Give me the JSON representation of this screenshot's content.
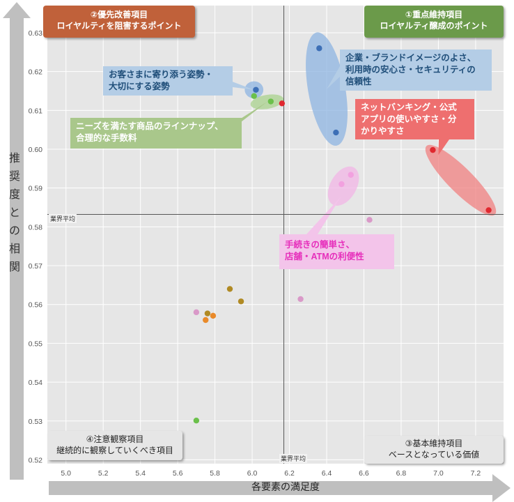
{
  "chart_data": {
    "type": "scatter",
    "xlabel": "各要素の満足度",
    "ylabel": "推奨度との相関",
    "xlim": [
      4.9,
      7.35
    ],
    "ylim": [
      0.519,
      0.637
    ],
    "x_ticks": [
      "5.0",
      "5.2",
      "5.4",
      "5.6",
      "5.8",
      "6.0",
      "6.2",
      "6.4",
      "6.6",
      "6.8",
      "7.0",
      "7.2"
    ],
    "y_ticks": [
      "0.52",
      "0.53",
      "0.54",
      "0.55",
      "0.56",
      "0.57",
      "0.58",
      "0.59",
      "0.60",
      "0.61",
      "0.62",
      "0.63"
    ],
    "grid": true,
    "avg_x": 6.17,
    "avg_y": 0.5832,
    "avg_label": "業界平均",
    "points": [
      {
        "x": 6.02,
        "y": 0.6153,
        "color": "#3d6fb6"
      },
      {
        "x": 6.36,
        "y": 0.626,
        "color": "#3d6fb6"
      },
      {
        "x": 6.45,
        "y": 0.6043,
        "color": "#3d6fb6"
      },
      {
        "x": 6.16,
        "y": 0.6118,
        "color": "#e0282f"
      },
      {
        "x": 6.97,
        "y": 0.5998,
        "color": "#e0282f"
      },
      {
        "x": 7.27,
        "y": 0.5843,
        "color": "#e0282f"
      },
      {
        "x": 6.01,
        "y": 0.6137,
        "color": "#6bc04b"
      },
      {
        "x": 6.1,
        "y": 0.6123,
        "color": "#6bc04b"
      },
      {
        "x": 5.7,
        "y": 0.5301,
        "color": "#6bc04b"
      },
      {
        "x": 6.48,
        "y": 0.591,
        "color": "#f2a1df"
      },
      {
        "x": 6.53,
        "y": 0.5934,
        "color": "#f2a1df"
      },
      {
        "x": 6.63,
        "y": 0.5818,
        "color": "#d999c8"
      },
      {
        "x": 6.26,
        "y": 0.5614,
        "color": "#d999c8"
      },
      {
        "x": 5.7,
        "y": 0.558,
        "color": "#d999c8"
      },
      {
        "x": 5.88,
        "y": 0.564,
        "color": "#b08a23"
      },
      {
        "x": 5.94,
        "y": 0.5608,
        "color": "#b08a23"
      },
      {
        "x": 5.76,
        "y": 0.5577,
        "color": "#b08a23"
      },
      {
        "x": 5.75,
        "y": 0.556,
        "color": "#e98a2a"
      },
      {
        "x": 5.79,
        "y": 0.5571,
        "color": "#e98a2a"
      }
    ],
    "ellipses": [
      {
        "cx": 6.01,
        "cy": 0.6153,
        "rx": 0.05,
        "ry": 0.0022,
        "angle": 0,
        "color": "#8db4e2"
      },
      {
        "cx": 6.08,
        "cy": 0.6122,
        "rx": 0.09,
        "ry": 0.0018,
        "angle": -10,
        "color": "#a9d18e"
      },
      {
        "cx": 6.4,
        "cy": 0.6155,
        "rx": 0.1,
        "ry": 0.0148,
        "angle": -10,
        "color": "#8db4e2"
      },
      {
        "cx": 7.12,
        "cy": 0.592,
        "rx": 0.26,
        "ry": 0.0032,
        "angle": 45,
        "color": "#f08080"
      },
      {
        "cx": 6.49,
        "cy": 0.5905,
        "rx": 0.07,
        "ry": 0.0055,
        "angle": 30,
        "color": "#f2b6e6"
      }
    ]
  },
  "quadrants": {
    "q1": {
      "line1": "①重点維持項目",
      "line2": "ロイヤルティ醸成のポイント"
    },
    "q2": {
      "line1": "②優先改善項目",
      "line2": "ロイヤルティを阻害するポイント"
    },
    "q3": {
      "line1": "③基本維持項目",
      "line2": "ベースとなっている価値"
    },
    "q4": {
      "line1": "④注意観察項目",
      "line2": "継続的に観察していくべき項目"
    }
  },
  "callouts": {
    "customer": {
      "line1": "お客さまに寄り添う姿勢・",
      "line2": "大切にする姿勢",
      "color": "#1f4e79",
      "bg": "#b4cde6"
    },
    "needs": {
      "line1": "ニーズを満たす商品のラインナップ、",
      "line2": "合理的な手数料",
      "color": "#ffffff",
      "bg": "#a9c78b"
    },
    "brand": {
      "line1": "企業・ブランドイメージのよさ、",
      "line2": "利用時の安心さ・セキュリティの",
      "line3": "信頼性",
      "color": "#1f4e79",
      "bg": "#b4cde6"
    },
    "netbank": {
      "line1": "ネットバンキング・公式",
      "line2": "アプリの使いやすさ・分",
      "line3": "かりやすさ",
      "color": "#ffffff",
      "bg": "#ee6f6f"
    },
    "procedure": {
      "line1": "手続きの簡単さ、",
      "line2": "店舗・ATMの利便性",
      "color": "#e62ebb",
      "bg": "#f3c4ea"
    }
  },
  "colors": {
    "plot_bg": "#e6e6e6",
    "axis_arrow": "#bfbfbf",
    "q1_bg": "#6b9a4a",
    "q2_bg": "#c0613a",
    "q3_bg": "#e6e6e6",
    "q4_bg": "#e6e6e6"
  }
}
